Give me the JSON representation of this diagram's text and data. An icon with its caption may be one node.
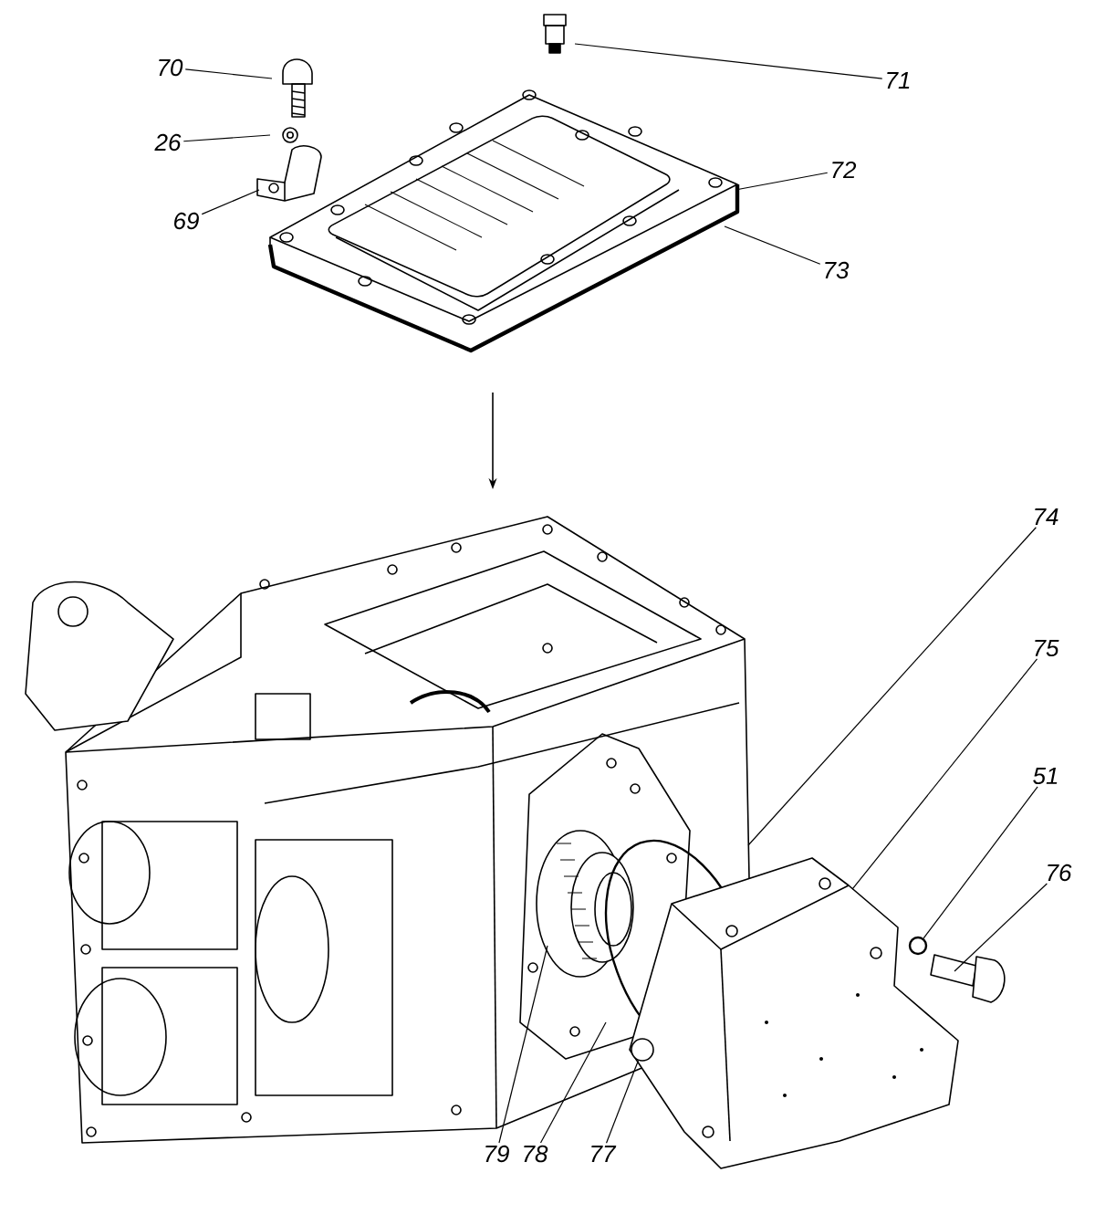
{
  "diagram": {
    "nodes": [
      {
        "text": [
          "70"
        ]
      },
      {
        "text": [
          "71"
        ]
      },
      {
        "text": [
          "26"
        ]
      },
      {
        "text": [
          "72"
        ]
      },
      {
        "text": [
          "69"
        ]
      },
      {
        "text": [
          "73"
        ]
      },
      {
        "text": [
          "74"
        ]
      },
      {
        "text": [
          "75"
        ]
      },
      {
        "text": [
          "51"
        ]
      },
      {
        "text": [
          "76"
        ]
      },
      {
        "text": [
          "79"
        ]
      },
      {
        "text": [
          "78"
        ]
      },
      {
        "text": [
          "77"
        ]
      },
      {
        "text": [],
        "shape": "circle"
      },
      {
        "text": [],
        "shape": "circle"
      }
    ],
    "edges": [
      {
        "from": 0,
        "to": null,
        "arrow": "none"
      },
      {
        "from": 1,
        "to": null,
        "arrow": "none"
      },
      {
        "from": 2,
        "to": null,
        "arrow": "none"
      },
      {
        "from": 3,
        "to": null,
        "arrow": "none"
      },
      {
        "from": 4,
        "to": null,
        "arrow": "none"
      },
      {
        "from": 5,
        "to": null,
        "arrow": "none"
      },
      {
        "from": 6,
        "to": null,
        "arrow": "none"
      },
      {
        "from": 7,
        "to": null,
        "arrow": "none"
      },
      {
        "from": 8,
        "to": 13,
        "arrow": "none"
      },
      {
        "from": 9,
        "to": null,
        "arrow": "none"
      },
      {
        "from": 10,
        "to": null,
        "arrow": "none"
      },
      {
        "from": 11,
        "to": null,
        "arrow": "none"
      },
      {
        "from": 12,
        "to": 14,
        "arrow": "none"
      }
    ]
  }
}
